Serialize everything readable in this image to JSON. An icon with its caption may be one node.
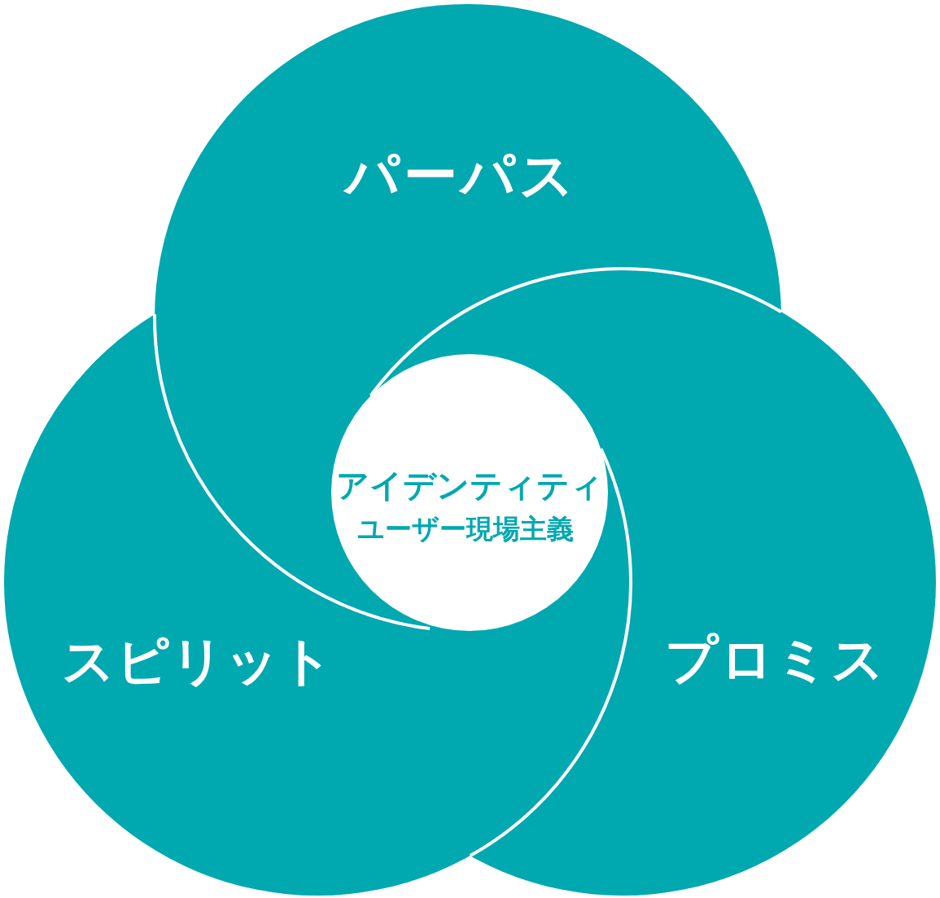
{
  "diagram": {
    "nodes": [
      {
        "text": [
          "パーパス"
        ]
      },
      {
        "text": [
          "アイデンティティ",
          "ユーザー現場主義"
        ]
      },
      {
        "text": [
          "スピリット"
        ]
      },
      {
        "text": [
          "プロミス"
        ]
      }
    ]
  }
}
